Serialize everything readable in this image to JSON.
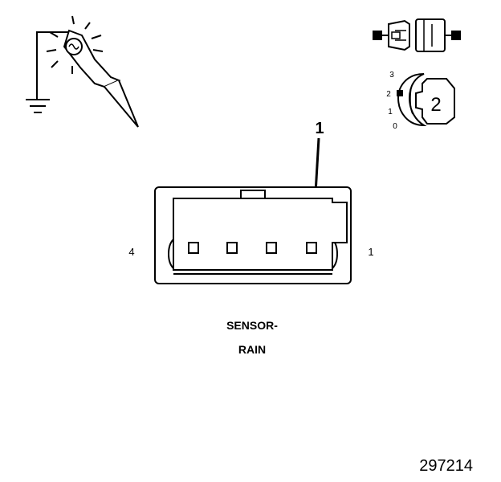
{
  "tester_icon": {
    "icon": "test-light-probe-icon",
    "ground": "ground-symbol-icon"
  },
  "connector_icon": {
    "icon": "disconnected-connector-icon"
  },
  "ignition": {
    "icon": "ignition-key-icon",
    "positions": [
      "3",
      "2",
      "1",
      "0"
    ],
    "key_label": "2"
  },
  "callout": {
    "label": "1"
  },
  "connector": {
    "icon": "four-pin-connector-face-icon",
    "pin_left_label": "4",
    "pin_right_label": "1",
    "pin_count": 4
  },
  "component": {
    "line1": "SENSOR-",
    "line2": "RAIN"
  },
  "figure_number": "297214"
}
